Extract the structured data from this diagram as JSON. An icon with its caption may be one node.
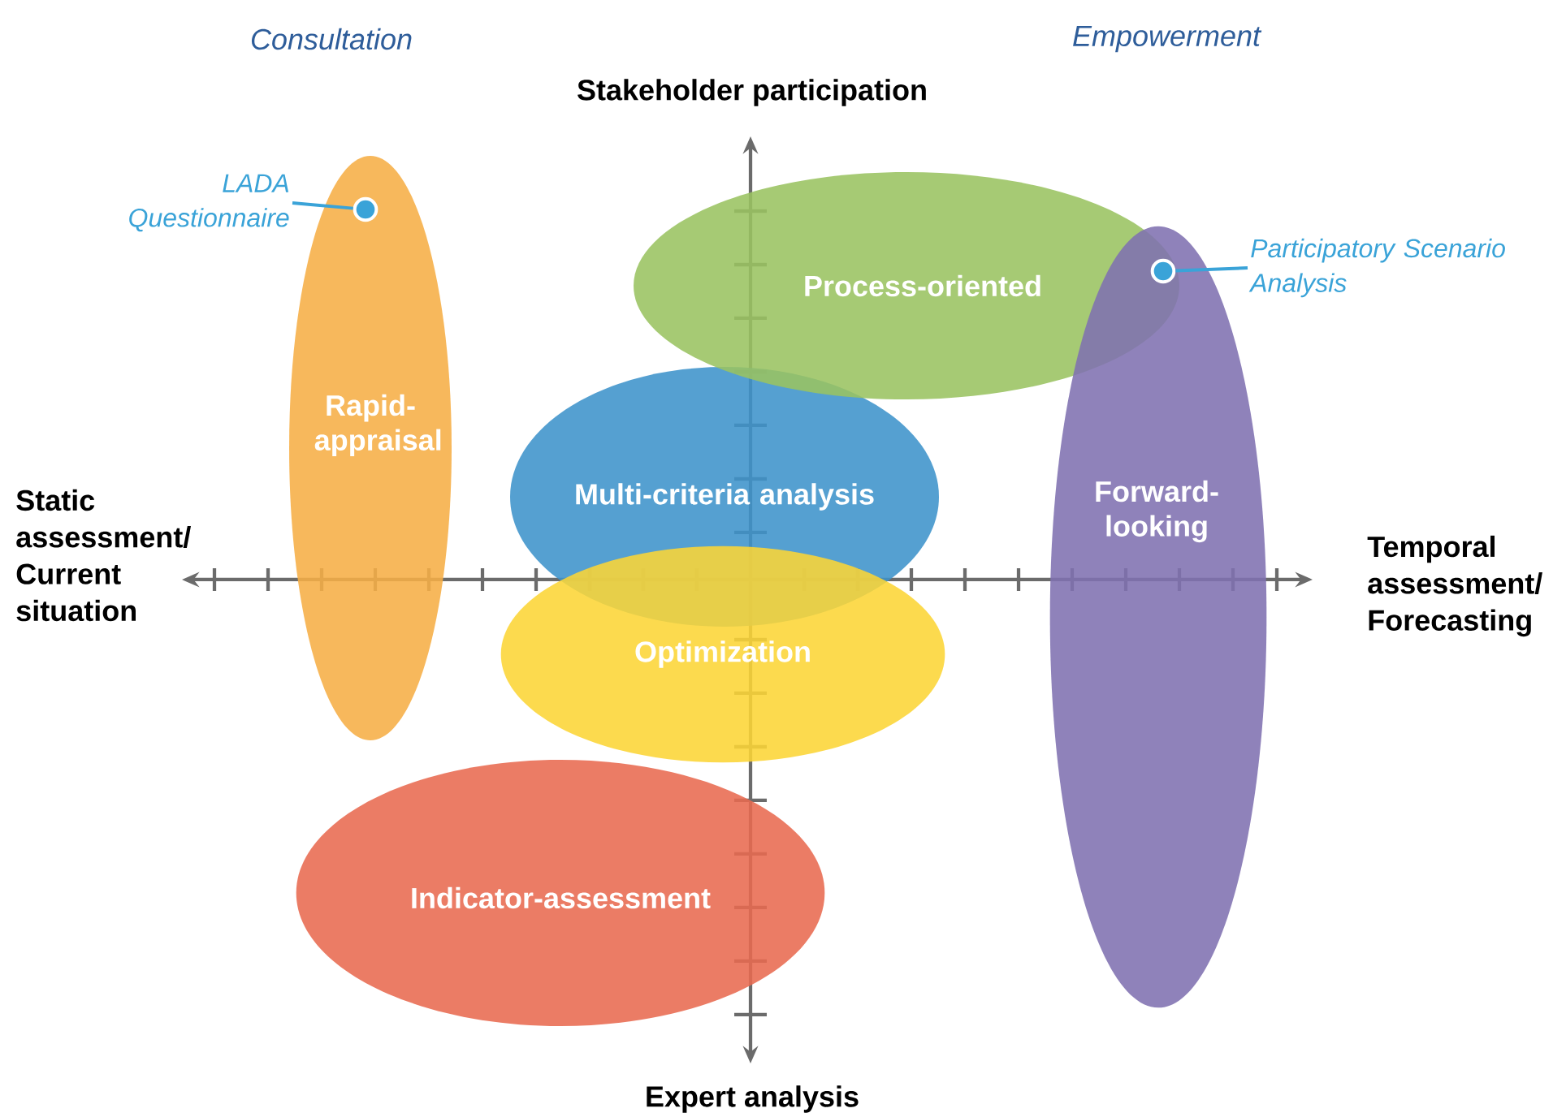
{
  "diagram": {
    "nodes": [
      {
        "text": [
          "LADA Questionnaire"
        ]
      },
      {
        "text": [
          "Rapid-appraisal"
        ]
      },
      {
        "text": [],
        "shape": "circle",
        "in": 1
      },
      {
        "text": [
          "Process-oriented"
        ]
      },
      {
        "text": [
          "Forward-looking"
        ]
      },
      {
        "text": [],
        "shape": "circle"
      },
      {
        "text": [
          "Participatory Scenario Analysis"
        ]
      },
      {
        "text": [
          "Multi-criteria analysis"
        ]
      },
      {
        "text": [
          "Optimization"
        ]
      },
      {
        "text": [
          "Indicator-assessment"
        ]
      }
    ],
    "edges": [
      {
        "from": 0,
        "to": 2,
        "arrow": "none"
      },
      {
        "from": 6,
        "to": 5,
        "arrow": "none"
      }
    ],
    "labels": [
      "Consultation",
      "Empowerment",
      "Stakeholder participation",
      "Static assessment/ Current situation",
      "Temporal assessment/ Forecasting",
      "Expert analysis"
    ]
  }
}
